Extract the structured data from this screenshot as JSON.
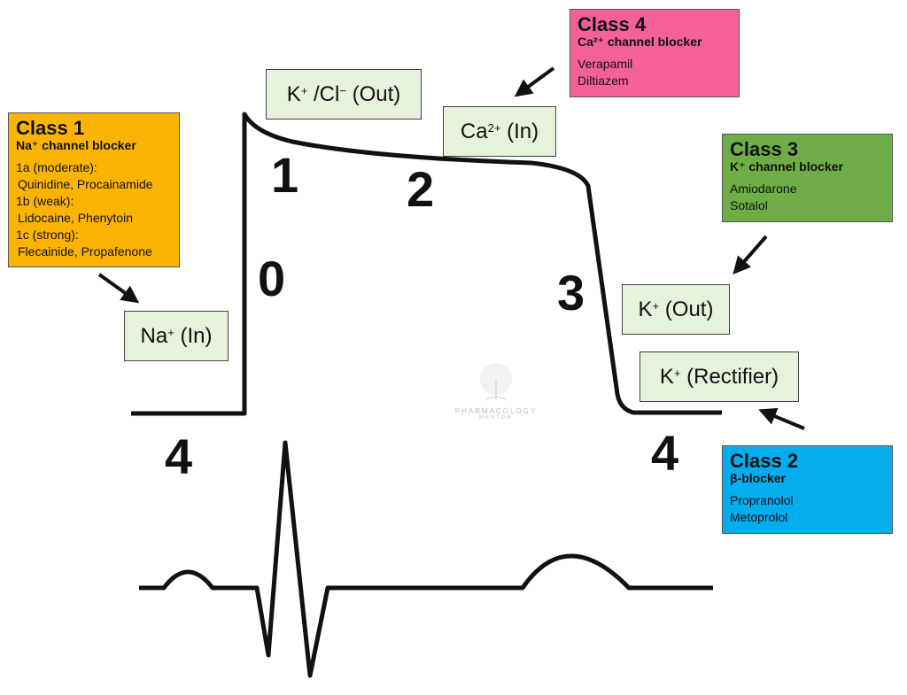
{
  "classes": {
    "class1": {
      "title": "Class 1",
      "subtitle": "Na⁺ channel blocker",
      "lines": [
        "1a (moderate):",
        "Quinidine, Procainamide",
        "1b (weak):",
        "Lidocaine, Phenytoin",
        "1c (strong):",
        "Flecainide, Propafenone"
      ],
      "color": "#fbb404"
    },
    "class2": {
      "title": "Class 2",
      "subtitle": "β-blocker",
      "lines": [
        "Propranolol",
        "Metoprolol"
      ],
      "color": "#03adee"
    },
    "class3": {
      "title": "Class 3",
      "subtitle": "K⁺ channel blocker",
      "lines": [
        "Amiodarone",
        "Sotalol"
      ],
      "color": "#6fae47"
    },
    "class4": {
      "title": "Class 4",
      "subtitle": "Ca²⁺ channel blocker",
      "lines": [
        "Verapamil",
        "Diltiazem"
      ],
      "color": "#f46199"
    }
  },
  "ions": {
    "na_in": {
      "pre": "Na",
      "sup": "+",
      "post": " (In)"
    },
    "k_cl_out": {
      "pre": "K",
      "sup": "+",
      "mid": " /Cl",
      "sup2": "−",
      "post": " (Out)"
    },
    "ca_in": {
      "pre": "Ca",
      "sup": "2+",
      "post": " (In)"
    },
    "k_out": {
      "pre": "K",
      "sup": "+",
      "post": " (Out)"
    },
    "k_rectifier": {
      "pre": "K",
      "sup": "+",
      "post": " (Rectifier)"
    }
  },
  "phases": {
    "p0": "0",
    "p1": "1",
    "p2": "2",
    "p3": "3",
    "p4_left": "4",
    "p4_right": "4"
  },
  "watermark": {
    "line1": "PHARMACOLOGY",
    "line2": "MENTOR"
  },
  "colors": {
    "ion_fill": "#e6f2dc",
    "trace": "#111111"
  }
}
